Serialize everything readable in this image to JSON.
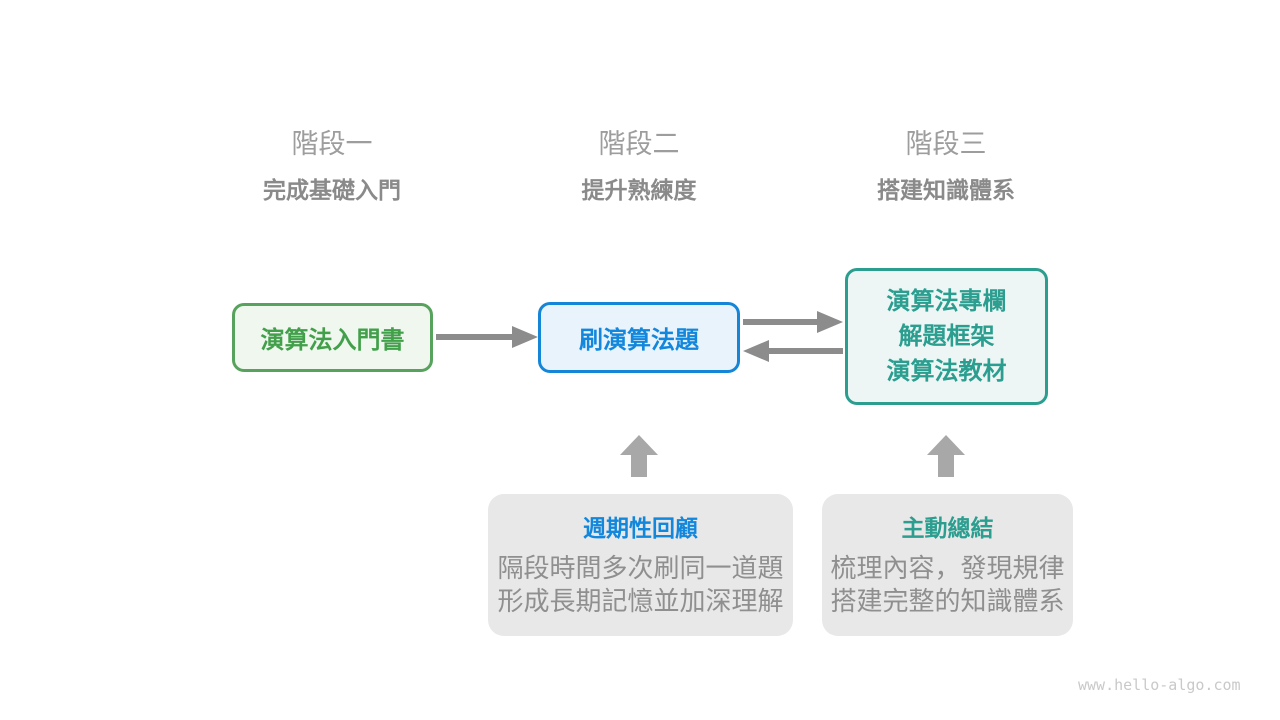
{
  "stages": [
    {
      "title": "階段一",
      "subtitle": "完成基礎入門"
    },
    {
      "title": "階段二",
      "subtitle": "提升熟練度"
    },
    {
      "title": "階段三",
      "subtitle": "搭建知識體系"
    }
  ],
  "nodes": {
    "intro_book": {
      "label": "演算法入門書"
    },
    "practice": {
      "label": "刷演算法題"
    },
    "resources": {
      "lines": [
        "演算法專欄",
        "解題框架",
        "演算法教材"
      ]
    }
  },
  "notes": [
    {
      "title": "週期性回顧",
      "lines": [
        "隔段時間多次刷同一道題",
        "形成長期記憶並加深理解"
      ]
    },
    {
      "title": "主動總結",
      "lines": [
        "梳理內容，發現規律",
        "搭建完整的知識體系"
      ]
    }
  ],
  "watermark": "www.hello-algo.com",
  "colors": {
    "green_border": "#57a25c",
    "green_fill": "#eff7ef",
    "green_text": "#42a04a",
    "blue_border": "#1585d8",
    "blue_fill": "#e9f3fc",
    "blue_text": "#1287dc",
    "teal_border": "#2b9e90",
    "teal_fill": "#edf6f4",
    "teal_text": "#2b9e90",
    "note_bg": "#e8e8e8",
    "note_body": "#8f8f8f",
    "stage_title": "#9d9d9d",
    "stage_subtitle": "#8a8a8a",
    "arrow": "#8c8c8c",
    "block_arrow": "#a8a8a8",
    "watermark": "#c9c9c9"
  }
}
